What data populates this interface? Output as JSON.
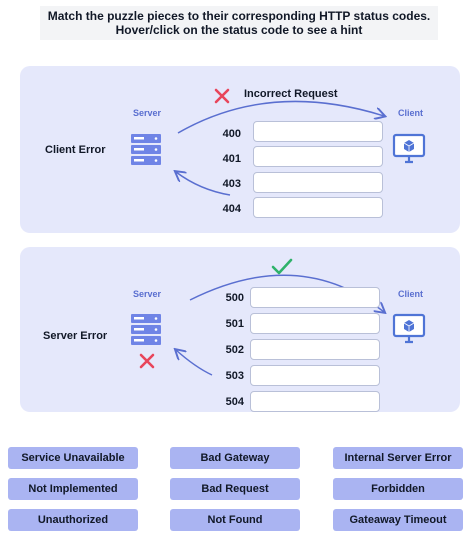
{
  "instructions": {
    "line1": "Match the puzzle pieces to their corresponding HTTP status codes.",
    "line2": "Hover/click on the status code to see a hint"
  },
  "client_panel": {
    "server_label": "Server",
    "client_label": "Client",
    "category": "Client Error",
    "feedback": "Incorrect Request",
    "codes": [
      "400",
      "401",
      "403",
      "404"
    ]
  },
  "server_panel": {
    "server_label": "Server",
    "client_label": "Client",
    "category": "Server Error",
    "codes": [
      "500",
      "501",
      "502",
      "503",
      "504"
    ]
  },
  "pieces": [
    "Service Unavailable",
    "Bad Gateway",
    "Internal Server Error",
    "Not Implemented",
    "Bad Request",
    "Forbidden",
    "Unauthorized",
    "Not Found",
    "Gateaway Timeout"
  ],
  "icons": {
    "server": "server-icon",
    "client": "monitor-icon",
    "error_mark": "x-mark-icon",
    "success_mark": "check-mark-icon"
  },
  "colors": {
    "panel_bg": "#e5e8fb",
    "piece_bg": "#aab4f2",
    "accent": "#5a6fd0",
    "error": "#e8455b",
    "success": "#2fb26a"
  }
}
